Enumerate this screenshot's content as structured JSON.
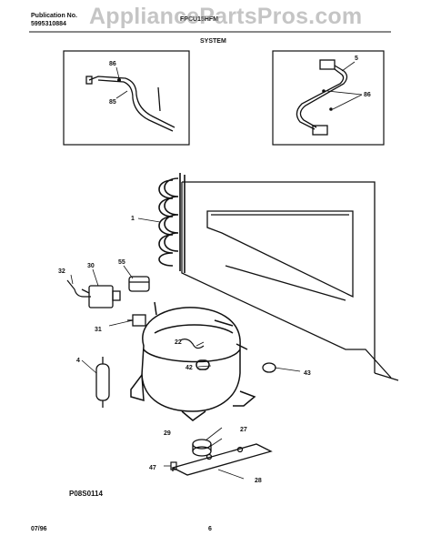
{
  "header": {
    "publication_label": "Publication No.",
    "publication_number": "5995310884",
    "model": "FPCU15HFM",
    "watermark": "AppliancePartsPros.com",
    "section": "SYSTEM"
  },
  "callouts": {
    "c86a": "86",
    "c85": "85",
    "c5": "5",
    "c86b": "86",
    "c1": "1",
    "c30": "30",
    "c55": "55",
    "c32": "32",
    "c31": "31",
    "c22": "22",
    "c42": "42",
    "c4": "4",
    "c43": "43",
    "c29": "29",
    "c27": "27",
    "c47": "47",
    "c28": "28"
  },
  "figure_code": "P08S0114",
  "footer": {
    "date": "07/96",
    "page": "6"
  }
}
